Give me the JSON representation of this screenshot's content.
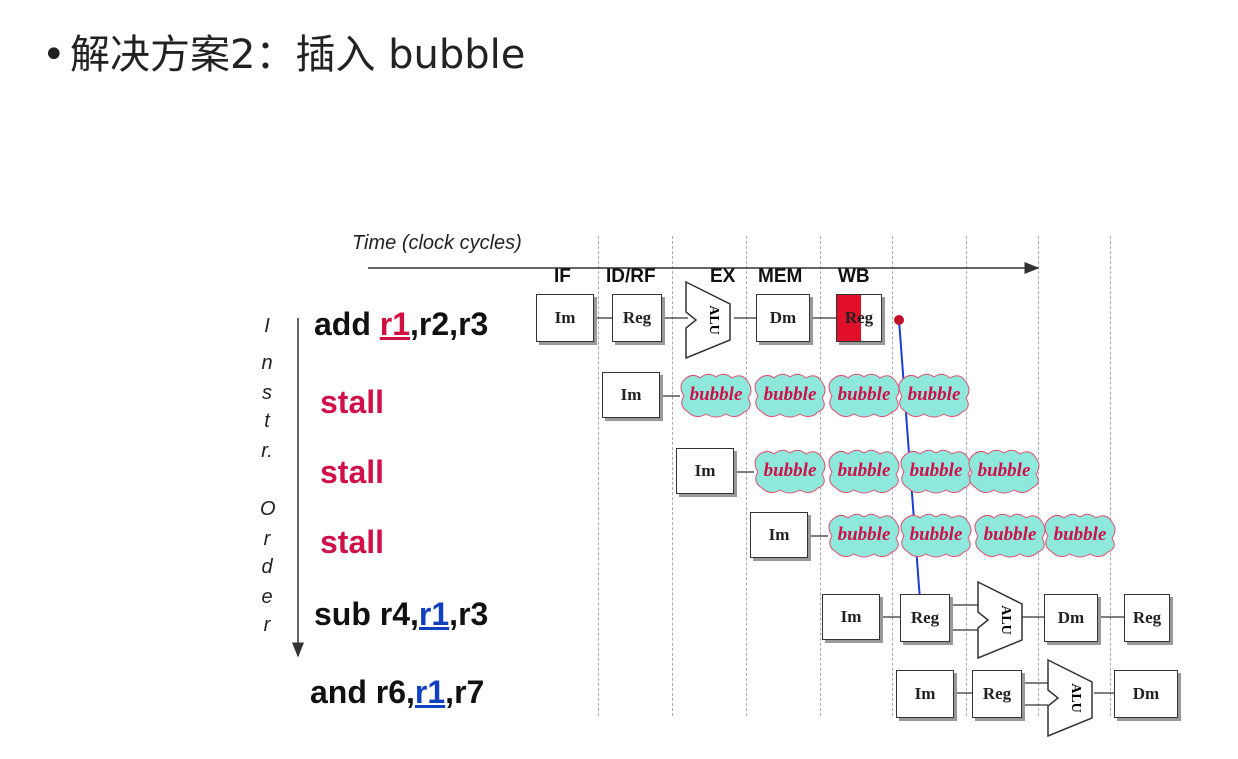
{
  "title": "解决方案2：插入 bubble",
  "time_label": "Time (clock cycles)",
  "stages": [
    "IF",
    "ID/RF",
    "EX",
    "MEM",
    "WB"
  ],
  "order_label": [
    "I",
    "n",
    "s",
    "t",
    "r.",
    "O",
    "r",
    "d",
    "e",
    "r"
  ],
  "instructions": {
    "add": {
      "op": "add ",
      "dest": "r1",
      "rest": ",r2,r3"
    },
    "stall_label": "stall",
    "sub": {
      "op": "sub r4,",
      "src": "r1",
      "rest": ",r3"
    },
    "and": {
      "op": "and r6,",
      "src": "r1",
      "rest": ",r7"
    }
  },
  "units": {
    "im": "Im",
    "reg": "Reg",
    "dm": "Dm",
    "alu": "ALU"
  },
  "bubble_label": "bubble",
  "colors": {
    "stall": "#d01048",
    "bubble_fill": "#8ee8dc",
    "wb_highlight": "#e0102a",
    "forward_line": "#1a3fd0"
  }
}
